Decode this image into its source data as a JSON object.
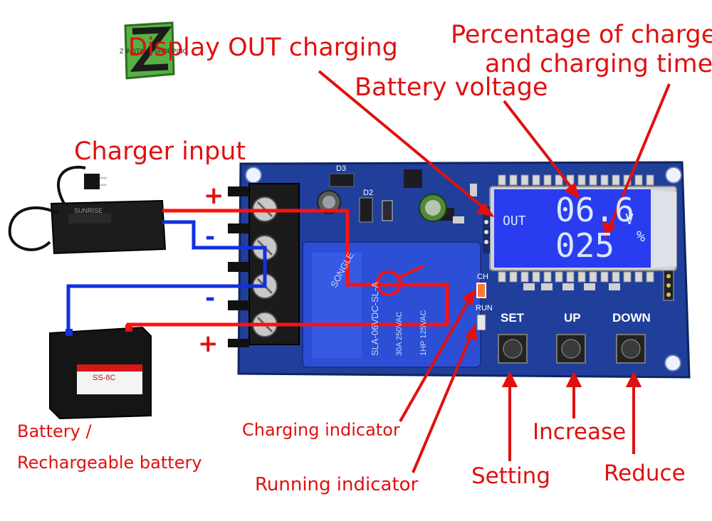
{
  "logo": {
    "text": "Z INSTANT SHOPPING"
  },
  "labels": {
    "display_out": "Display OUT charging",
    "percentage_line1": "Percentage of charge",
    "percentage_line2": "and charging time",
    "battery_voltage": "Battery voltage",
    "charger_input": "Charger input",
    "battery_line1": "Battery /",
    "battery_line2": "Rechargeable battery",
    "charging_indicator": "Charging indicator",
    "running_indicator": "Running indicator",
    "setting": "Setting",
    "increase": "Increase",
    "reduce": "Reduce"
  },
  "terminals": {
    "plus_top": "+",
    "minus_1": "-",
    "minus_2": "-",
    "plus_bottom": "+"
  },
  "lcd": {
    "out": "OUT",
    "voltage": "06.6",
    "voltage_unit": "V",
    "percent": "025",
    "percent_unit": "%"
  },
  "board": {
    "set": "SET",
    "up": "UP",
    "down": "DOWN",
    "ch": "CH",
    "run": "RUN",
    "relay_brand": "SONGLE",
    "relay_model": "SLA-06VDC-SL-A",
    "relay_rating1": "30A 250VAC",
    "relay_rating2": "1HP 125VAC",
    "d3": "D3",
    "d2": "D2",
    "charger_brand": "SUNRISE",
    "battery_brand": "SS-8C"
  },
  "colors": {
    "annotation": "#e01010",
    "wire_red": "#ff1010",
    "wire_blue": "#1030e0",
    "pcb": "#1f3f9a",
    "lcd": "#2a3cf0"
  }
}
